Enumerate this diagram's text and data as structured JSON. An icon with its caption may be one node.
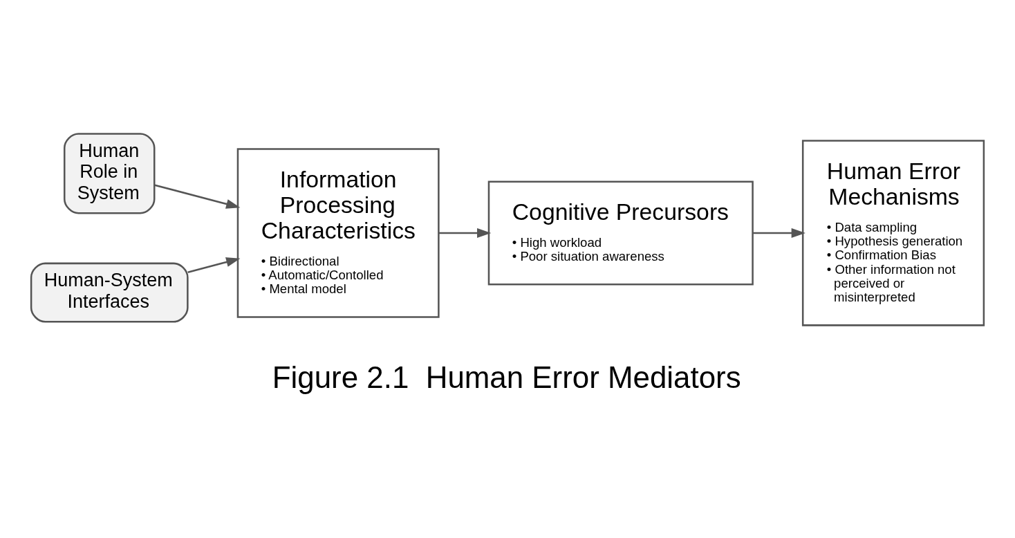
{
  "diagram": {
    "title": "Figure 2.1  Human Error Mediators",
    "nodes": [
      {
        "text": [
          "Human Role in System"
        ]
      },
      {
        "text": [
          "Human-System Interfaces"
        ]
      },
      {
        "text": [
          "Information Processing Characteristics",
          "• Bidirectional",
          "• Automatic/Contolled",
          "• Mental model"
        ]
      },
      {
        "text": [
          "Cognitive Precursors",
          "• High workload",
          "• Poor situation awareness"
        ]
      },
      {
        "text": [
          "Human Error Mechanisms",
          "• Data sampling",
          "• Hypothesis generation",
          "• Confirmation Bias",
          "• Other information not perceived or misinterpreted"
        ]
      }
    ],
    "edges": [
      {
        "from": 0,
        "to": 2,
        "arrow": "to"
      },
      {
        "from": 1,
        "to": 2,
        "arrow": "to"
      },
      {
        "from": 2,
        "to": 3,
        "arrow": "to"
      },
      {
        "from": 3,
        "to": 4,
        "arrow": "to"
      }
    ]
  }
}
